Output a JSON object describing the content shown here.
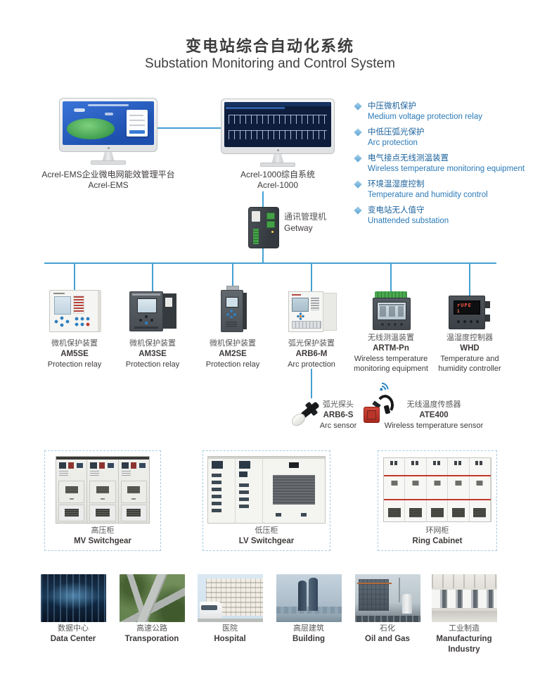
{
  "title": {
    "zh": "变电站综合自动化系统",
    "en": "Substation Monitoring and Control System"
  },
  "monitors": [
    {
      "zh_label": "Acrel-EMS企业微电网能效管理平台",
      "model": "Acrel-EMS"
    },
    {
      "zh_label": "Acrel-1000综自系统",
      "model": "Acrel-1000"
    }
  ],
  "gateway": {
    "zh": "通讯管理机",
    "en": "Getway"
  },
  "features": [
    {
      "zh": "中压微机保护",
      "en": "Medium voltage protection relay"
    },
    {
      "zh": "中低压弧光保护",
      "en": "Arc protection"
    },
    {
      "zh": "电气接点无线测温装置",
      "en": "Wireless temperature monitoring equipment"
    },
    {
      "zh": "环境温湿度控制",
      "en": "Temperature and humidity control"
    },
    {
      "zh": "变电站无人值守",
      "en": "Unattended substation"
    }
  ],
  "devices": [
    {
      "zh": "微机保护装置",
      "model": "AM5SE",
      "en": "Protection relay"
    },
    {
      "zh": "微机保护装置",
      "model": "AM3SE",
      "en": "Protection relay"
    },
    {
      "zh": "微机保护装置",
      "model": "AM2SE",
      "en": "Protection relay"
    },
    {
      "zh": "弧光保护装置",
      "model": "ARB6-M",
      "en": "Arc protection"
    },
    {
      "zh": "无线测温装置",
      "model": "ARTM-Pn",
      "en": "Wireless temperature monitoring equipment"
    },
    {
      "zh": "温湿度控制器",
      "model": "WHD",
      "en": "Temperature and humidity controller",
      "display": "rUPE",
      "display2": "1"
    }
  ],
  "sensors": [
    {
      "zh": "弧光探头",
      "model": "ARB6-S",
      "en": "Arc sensor"
    },
    {
      "zh": "无线温度传感器",
      "model": "ATE400",
      "en": "Wireless temperature sensor"
    }
  ],
  "cabinets": [
    {
      "zh": "高压柜",
      "en": "MV Switchgear"
    },
    {
      "zh": "低压柜",
      "en": "LV Switchgear"
    },
    {
      "zh": "环网柜",
      "en": "Ring Cabinet"
    }
  ],
  "applications": [
    {
      "zh": "数据中心",
      "en": "Data Center"
    },
    {
      "zh": "高速公路",
      "en": "Transporation"
    },
    {
      "zh": "医院",
      "en": "Hospital"
    },
    {
      "zh": "高层建筑",
      "en": "Building"
    },
    {
      "zh": "石化",
      "en": "Oil and Gas"
    },
    {
      "zh": "工业制造",
      "en": "Manufacturing Industry"
    }
  ],
  "colors": {
    "connector_line": "#45a1d3",
    "feature_blue": "#2b7ab8",
    "accent_red": "#c0392b"
  }
}
